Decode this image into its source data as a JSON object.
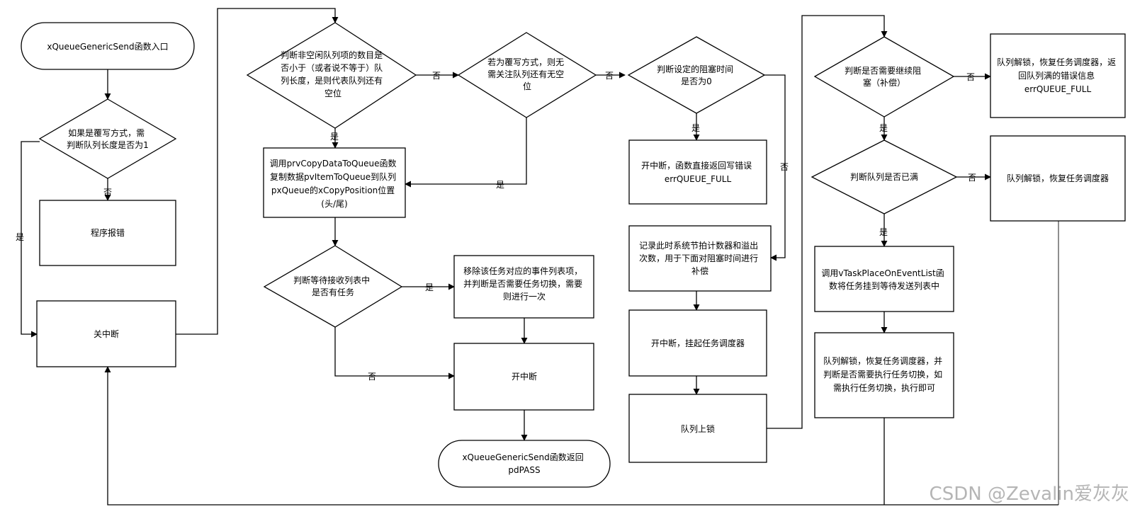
{
  "nodes": {
    "start": [
      "xQueueGenericSend函数入口"
    ],
    "d_overwrite_len": [
      "如果是覆写方式，需",
      "判断队列长度是否为1"
    ],
    "assert": [
      "程序报错"
    ],
    "disable_int": [
      "关中断"
    ],
    "d_space": [
      "判断非空闲队列项的数目是",
      "否小于（或者说不等于）队",
      "列长度，是则代表队列还有",
      "空位"
    ],
    "d_overwrite_mode": [
      "若为覆写方式，则无",
      "需关注队列还有无空",
      "位"
    ],
    "copy_data": [
      "调用prvCopyDataToQueue函数",
      "复制数据pvItemToQueue到队列",
      "pxQueue的xCopyPosition位置",
      "(头/尾)"
    ],
    "d_waiting": [
      "判断等待接收列表中",
      "是否有任务"
    ],
    "remove_event": [
      "移除该任务对应的事件列表项，",
      "并判断是否需要任务切换，需要",
      "则进行一次"
    ],
    "enable_int_1": [
      "开中断"
    ],
    "return_pass": [
      "xQueueGenericSend函数返回",
      "pdPASS"
    ],
    "d_block_time": [
      "判断设定的阻塞时间",
      "是否为0"
    ],
    "return_full": [
      "开中断，函数直接返回写错误",
      "errQUEUE_FULL"
    ],
    "record_tick": [
      "记录此时系统节拍计数器和溢出",
      "次数，用于下面对阻塞时间进行",
      "补偿"
    ],
    "suspend": [
      "开中断，挂起任务调度器"
    ],
    "lock_queue": [
      "队列上锁"
    ],
    "d_continue_block": [
      "判断是否需要继续阻",
      "塞（补偿）"
    ],
    "unlock_return_full": [
      "队列解锁，恢复任务调度器，返",
      "回队列满的错误信息",
      "errQUEUE_FULL"
    ],
    "d_queue_full": [
      "判断队列是否已满"
    ],
    "unlock_resume": [
      "队列解锁，恢复任务调度器"
    ],
    "place_event": [
      "调用vTaskPlaceOnEventList函",
      "数将任务挂到等待发送列表中"
    ],
    "unlock_switch": [
      "队列解锁，恢复任务调度器，并",
      "判断是否需要执行任务切换，如",
      "需执行任务切换，执行即可"
    ]
  },
  "edge_labels": {
    "yes": "是",
    "no": "否"
  },
  "watermark": "CSDN @Zevalin爱灰灰",
  "colors": {
    "line": "#000000",
    "background": "#ffffff",
    "watermark": "#b5b5b5"
  }
}
